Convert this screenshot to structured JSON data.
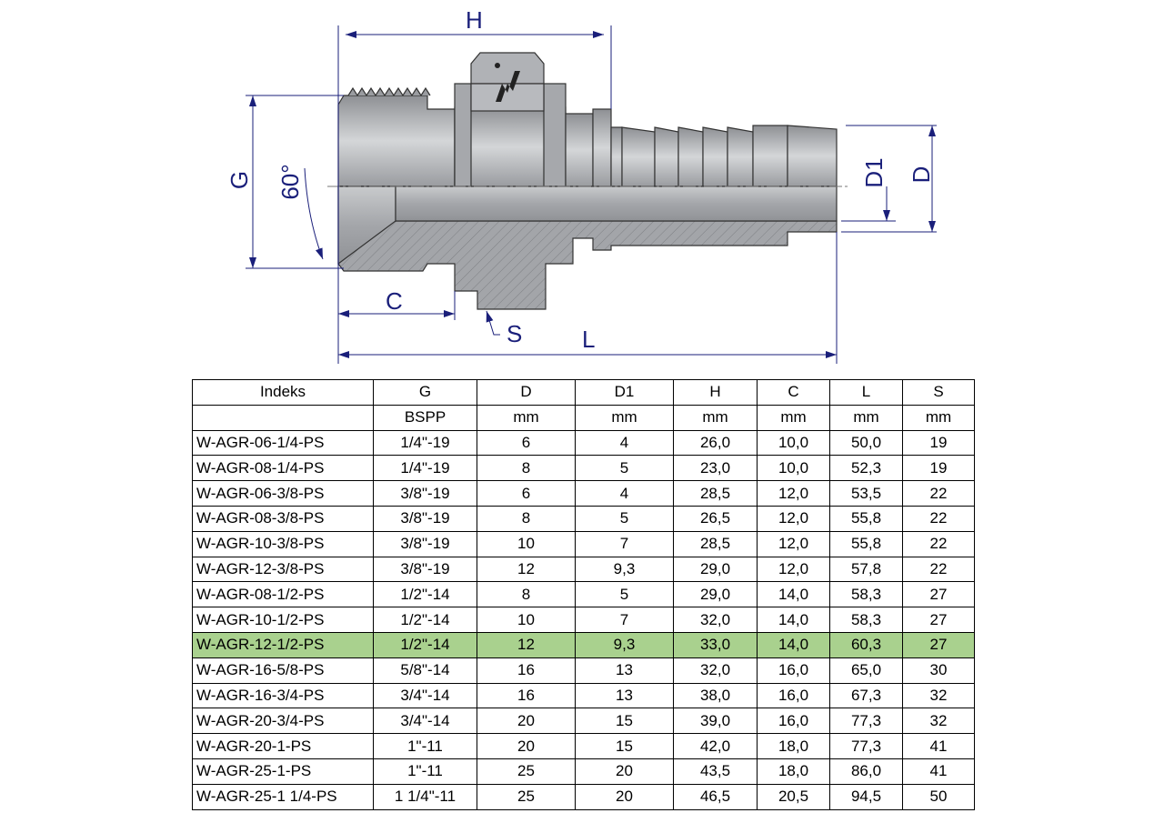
{
  "drawing": {
    "labels": {
      "H": "H",
      "G": "G",
      "angle": "60°",
      "D1": "D1",
      "D": "D",
      "C": "C",
      "S": "S",
      "L": "L"
    },
    "colors": {
      "dimension": "#1a1f7a",
      "metal": "#b4b6ba",
      "section": "#9c9ea2",
      "highlight": "#a9d18e"
    },
    "logo_text": "W"
  },
  "table": {
    "headers": [
      "Indeks",
      "G",
      "D",
      "D1",
      "H",
      "C",
      "L",
      "S"
    ],
    "units": [
      "",
      "BSPP",
      "mm",
      "mm",
      "mm",
      "mm",
      "mm",
      "mm"
    ],
    "highlighted_row": 8,
    "rows": [
      [
        "W-AGR-06-1/4-PS",
        "1/4\"-19",
        "6",
        "4",
        "26,0",
        "10,0",
        "50,0",
        "19"
      ],
      [
        "W-AGR-08-1/4-PS",
        "1/4\"-19",
        "8",
        "5",
        "23,0",
        "10,0",
        "52,3",
        "19"
      ],
      [
        "W-AGR-06-3/8-PS",
        "3/8\"-19",
        "6",
        "4",
        "28,5",
        "12,0",
        "53,5",
        "22"
      ],
      [
        "W-AGR-08-3/8-PS",
        "3/8\"-19",
        "8",
        "5",
        "26,5",
        "12,0",
        "55,8",
        "22"
      ],
      [
        "W-AGR-10-3/8-PS",
        "3/8\"-19",
        "10",
        "7",
        "28,5",
        "12,0",
        "55,8",
        "22"
      ],
      [
        "W-AGR-12-3/8-PS",
        "3/8\"-19",
        "12",
        "9,3",
        "29,0",
        "12,0",
        "57,8",
        "22"
      ],
      [
        "W-AGR-08-1/2-PS",
        "1/2\"-14",
        "8",
        "5",
        "29,0",
        "14,0",
        "58,3",
        "27"
      ],
      [
        "W-AGR-10-1/2-PS",
        "1/2\"-14",
        "10",
        "7",
        "32,0",
        "14,0",
        "58,3",
        "27"
      ],
      [
        "W-AGR-12-1/2-PS",
        "1/2\"-14",
        "12",
        "9,3",
        "33,0",
        "14,0",
        "60,3",
        "27"
      ],
      [
        "W-AGR-16-5/8-PS",
        "5/8\"-14",
        "16",
        "13",
        "32,0",
        "16,0",
        "65,0",
        "30"
      ],
      [
        "W-AGR-16-3/4-PS",
        "3/4\"-14",
        "16",
        "13",
        "38,0",
        "16,0",
        "67,3",
        "32"
      ],
      [
        "W-AGR-20-3/4-PS",
        "3/4\"-14",
        "20",
        "15",
        "39,0",
        "16,0",
        "77,3",
        "32"
      ],
      [
        "W-AGR-20-1-PS",
        "1\"-11",
        "20",
        "15",
        "42,0",
        "18,0",
        "77,3",
        "41"
      ],
      [
        "W-AGR-25-1-PS",
        "1\"-11",
        "25",
        "20",
        "43,5",
        "18,0",
        "86,0",
        "41"
      ],
      [
        "W-AGR-25-1 1/4-PS",
        "1 1/4\"-11",
        "25",
        "20",
        "46,5",
        "20,5",
        "94,5",
        "50"
      ]
    ]
  }
}
